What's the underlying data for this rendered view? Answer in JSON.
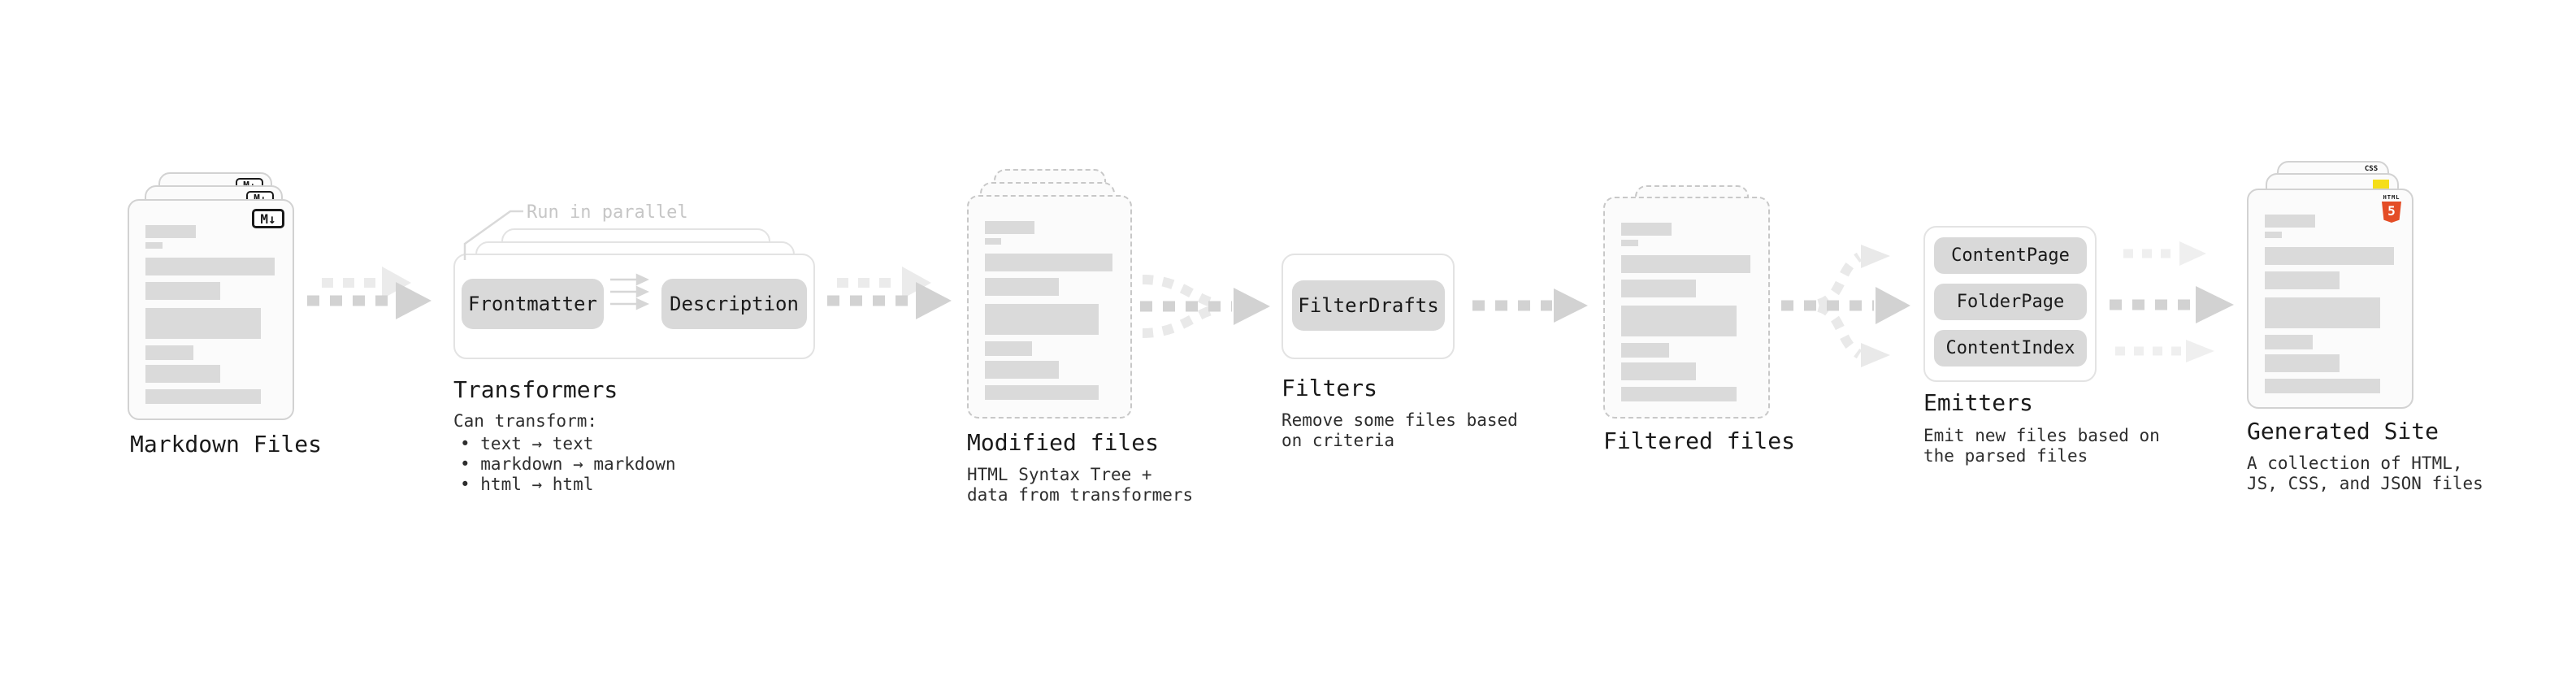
{
  "diagram": {
    "markdown": {
      "label": "Markdown Files",
      "badge": "M↓"
    },
    "transformers": {
      "label": "Transformers",
      "annotation": "Run in parallel",
      "buttons": {
        "frontmatter": "Frontmatter",
        "description": "Description"
      },
      "caption_title": "Can transform:",
      "bullets": [
        "• text → text",
        "• markdown → markdown",
        "• html → html"
      ]
    },
    "modified": {
      "label": "Modified files",
      "caption": "HTML Syntax Tree +\ndata from transformers"
    },
    "filters": {
      "label": "Filters",
      "button": "FilterDrafts",
      "caption": "Remove some files based\non criteria"
    },
    "filtered": {
      "label": "Filtered files"
    },
    "emitters": {
      "label": "Emitters",
      "buttons": [
        "ContentPage",
        "FolderPage",
        "ContentIndex"
      ],
      "caption": "Emit new files based on\nthe parsed files"
    },
    "generated": {
      "label": "Generated Site",
      "caption": "A collection of HTML,\nJS, CSS, and JSON files",
      "badges": {
        "html_word": "HTML",
        "html_number": "5",
        "css": "CSS"
      }
    },
    "colors": {
      "html5_orange": "#e44d26",
      "js_yellow": "#f5de19",
      "css_blue": "#2b6fe3"
    }
  }
}
